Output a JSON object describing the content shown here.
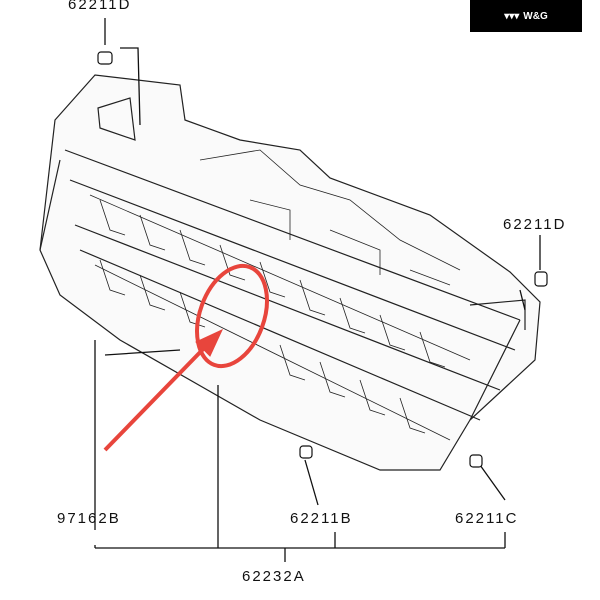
{
  "logo": {
    "mark": "▾▾▾",
    "text": "W&G"
  },
  "callouts": {
    "top_left": "62211D",
    "right": "62211D",
    "bottom_left": "97162B",
    "bottom_mid": "62211B",
    "bottom_right": "62211C",
    "assembly": "62232A"
  },
  "colors": {
    "highlight": "#e8453c",
    "line": "#222222"
  }
}
